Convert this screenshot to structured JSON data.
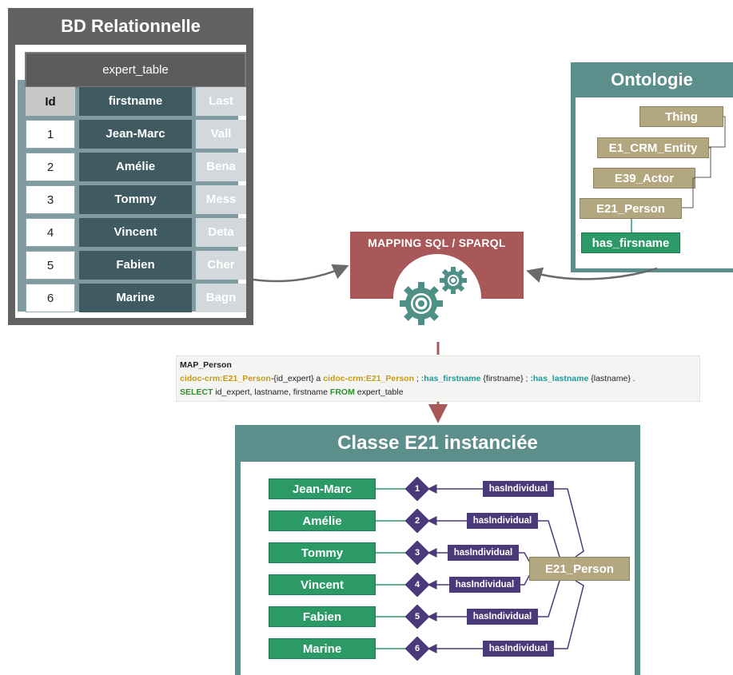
{
  "bd": {
    "title": "BD Relationnelle",
    "table_name": "expert_table",
    "headers": [
      "Id",
      "firstname",
      "Last"
    ],
    "rows": [
      [
        "1",
        "Jean-Marc",
        "Vall"
      ],
      [
        "2",
        "Amélie",
        "Bena"
      ],
      [
        "3",
        "Tommy",
        "Mess"
      ],
      [
        "4",
        "Vincent",
        "Deta"
      ],
      [
        "5",
        "Fabien",
        "Cher"
      ],
      [
        "6",
        "Marine",
        "Bagn"
      ]
    ]
  },
  "mapping": {
    "title": "MAPPING SQL / SPARQL"
  },
  "ontology": {
    "title": "Ontologie",
    "nodes": [
      "Thing",
      "E1_CRM_Entity",
      "E39_Actor",
      "E21_Person"
    ],
    "property": "has_firsname"
  },
  "code": {
    "name": "MAP_Person",
    "l2_a": "cidoc-crm:E21_Person",
    "l2_b": "-{id_expert} a ",
    "l2_c": "cidoc-crm:E21_Person",
    "l2_d": " ; ",
    "l2_e": ":has_firstname",
    "l2_f": " {firstname} ; ",
    "l2_g": ":has_lastname",
    "l2_h": " {lastname} .",
    "l3_a": "SELECT",
    "l3_b": " id_expert, lastname, firstname ",
    "l3_c": "FROM",
    "l3_d": " expert_table"
  },
  "instances": {
    "title": "Classe E21 instanciée",
    "names": [
      "Jean-Marc",
      "Amélie",
      "Tommy",
      "Vincent",
      "Fabien",
      "Marine"
    ],
    "numbers": [
      "1",
      "2",
      "3",
      "4",
      "5",
      "6"
    ],
    "relation_label": "hasIndividual",
    "class_label": "E21_Person"
  },
  "colors": {
    "panel_gray": "#626262",
    "teal": "#5c8f8b",
    "mapping_red": "#a85858",
    "instance_green": "#2c9a67",
    "class_tan": "#b3a77f",
    "relation_purple": "#4a3a79"
  }
}
